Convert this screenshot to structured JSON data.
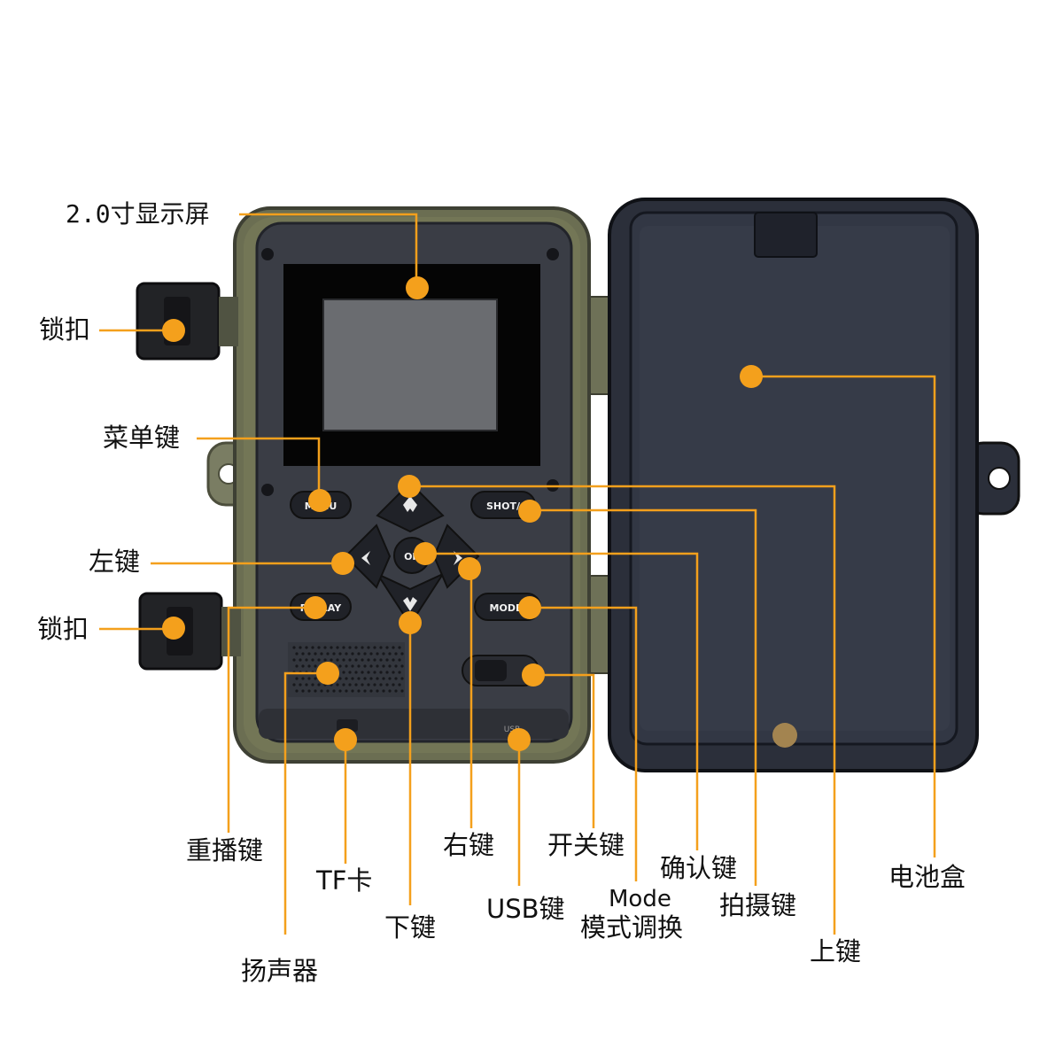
{
  "labels": {
    "screen": "2.0寸显示屏",
    "lock_top": "锁扣",
    "menu_key": "菜单键",
    "left_key": "左键",
    "lock_bottom": "锁扣",
    "replay_key": "重播键",
    "tf_card": "TF卡",
    "down_key": "下键",
    "speaker": "扬声器",
    "right_key": "右键",
    "usb_key": "USB键",
    "power_switch": "开关键",
    "mode_en": "Mode",
    "mode_cn": "模式调换",
    "ok_key": "确认键",
    "shot_key": "拍摄键",
    "up_key": "上键",
    "battery_box": "电池盒"
  },
  "buttons": {
    "menu": "MENU",
    "shot": "SHOT/",
    "ok": "OK",
    "replay": "REPLAY",
    "mode": "MODE/",
    "usb": "USB"
  },
  "colors": {
    "marker": "#F4A01C",
    "leader": "#F4A01C",
    "panel": "#3a3d45",
    "shell": "#6b6e52",
    "door": "#2b2f3a"
  }
}
